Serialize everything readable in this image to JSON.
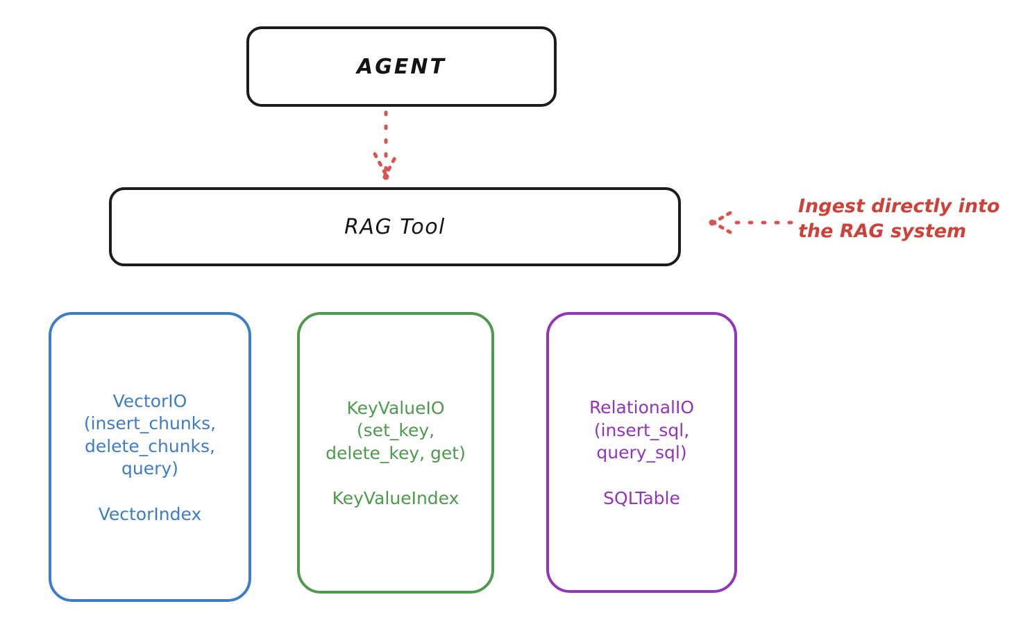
{
  "diagram": {
    "title_node": {
      "label": "AGENT"
    },
    "tool_node": {
      "label": "RAG Tool"
    },
    "annotation": {
      "text": "Ingest directly into\nthe RAG system",
      "color": "#cf4038"
    },
    "connector_color": "#d9534f",
    "leaves": [
      {
        "id": "vectorio",
        "api": "VectorIO\n(insert_chunks,\ndelete_chunks,\nquery)",
        "index": "VectorIndex",
        "color": "#3d7cc9"
      },
      {
        "id": "keyvalueio",
        "api": "KeyValueIO\n(set_key,\ndelete_key, get)",
        "index": "KeyValueIndex",
        "color": "#4d9a4d"
      },
      {
        "id": "relationalio",
        "api": "RelationalIO\n(insert_sql,\nquery_sql)",
        "index": "SQLTable",
        "color": "#9433bd"
      }
    ]
  }
}
